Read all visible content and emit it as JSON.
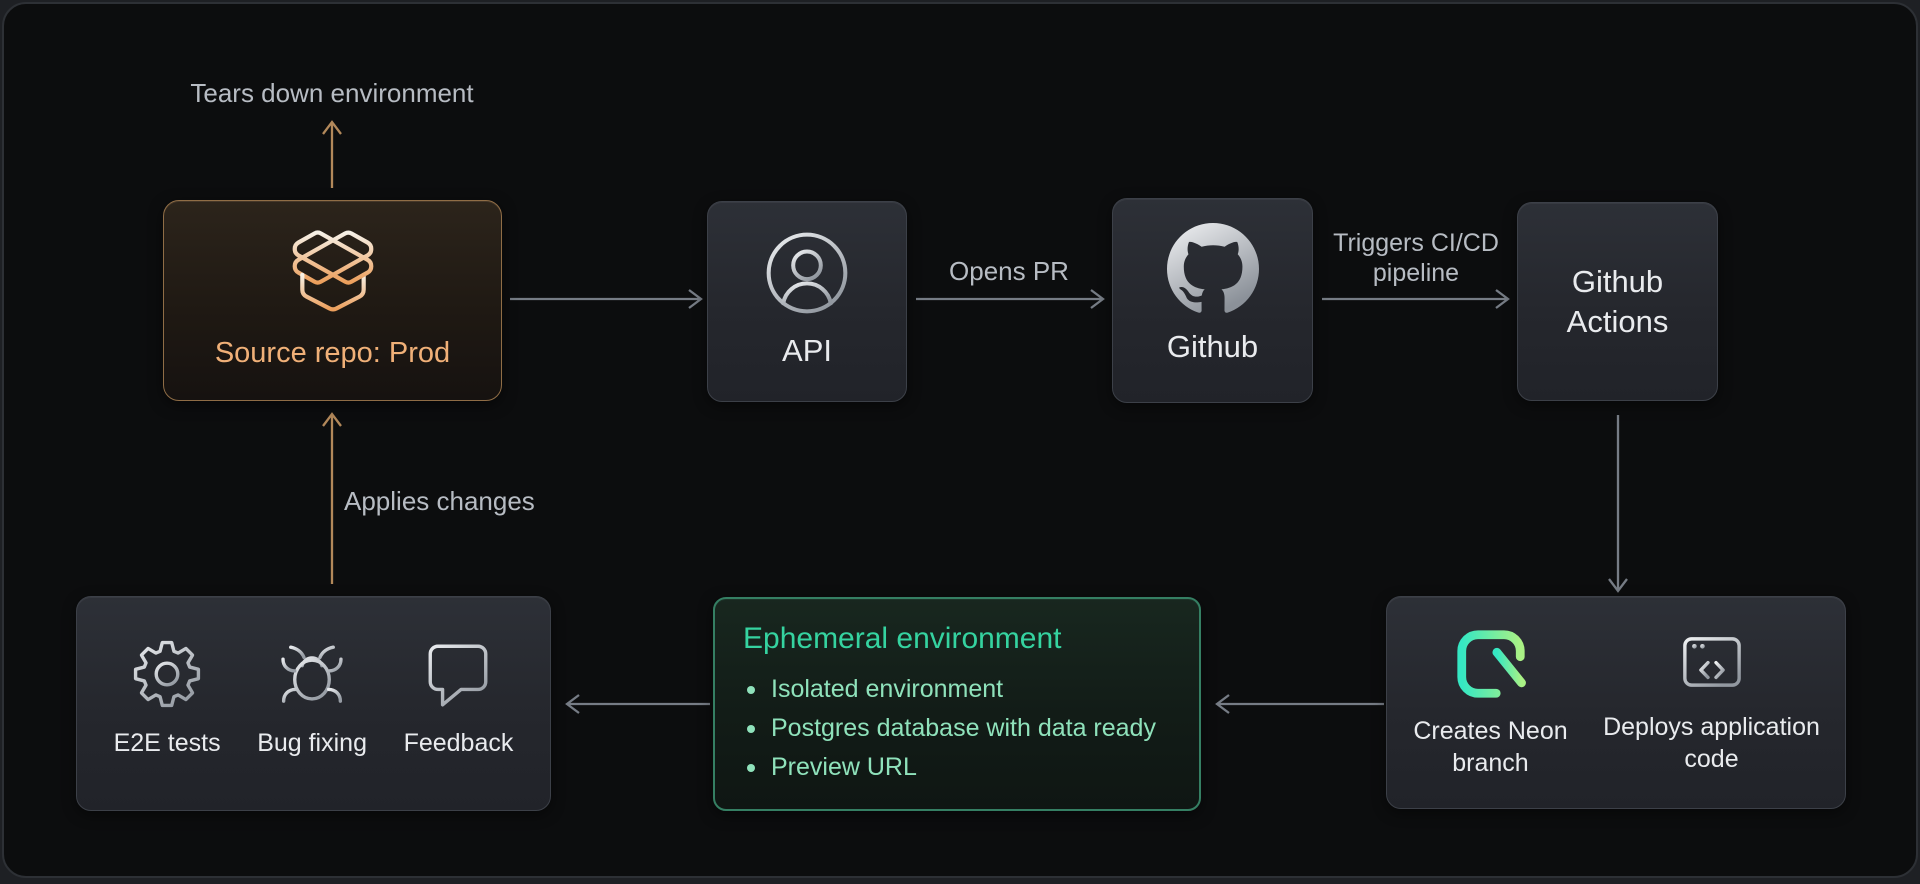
{
  "diagram": {
    "nodes": {
      "source_repo": {
        "label": "Source repo: Prod",
        "icon": "package-open-icon"
      },
      "api": {
        "label": "API",
        "icon": "user-circle-icon"
      },
      "github": {
        "label": "Github",
        "icon": "github-icon"
      },
      "github_actions": {
        "label": "Github Actions"
      },
      "deploy": {
        "items": [
          {
            "label": "Creates Neon branch",
            "icon": "neon-icon"
          },
          {
            "label": "Deploys application code",
            "icon": "browser-code-icon"
          }
        ]
      },
      "ephemeral": {
        "title": "Ephemeral environment",
        "bullets": [
          "Isolated environment",
          "Postgres database with data ready",
          "Preview URL"
        ]
      },
      "validation": {
        "items": [
          {
            "label": "E2E tests",
            "icon": "gear-icon"
          },
          {
            "label": "Bug fixing",
            "icon": "bug-icon"
          },
          {
            "label": "Feedback",
            "icon": "speech-bubble-icon"
          }
        ]
      }
    },
    "edge_labels": {
      "tears_down": "Tears down environment",
      "opens_pr": "Opens PR",
      "triggers_cicd": "Triggers CI/CD pipeline",
      "applies_changes": "Applies changes"
    },
    "colors": {
      "accent_orange": "#f0b078",
      "accent_green": "#35d3a0",
      "bullet_green": "#8fe2bb",
      "neon_teal": "#35e7c3",
      "neon_green": "#aaf185",
      "arrow_gray": "#767c85",
      "arrow_orange": "#b2885a",
      "box_border": "#3c4048",
      "card_bg": "#0c0d0e"
    }
  }
}
